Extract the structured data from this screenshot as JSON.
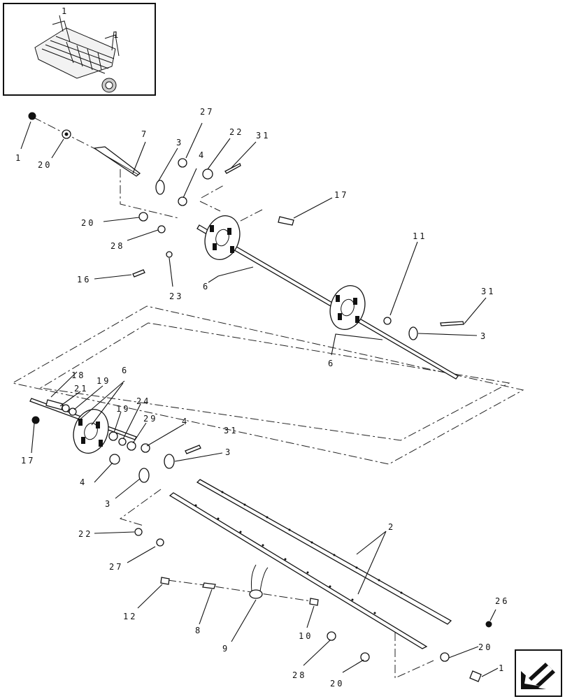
{
  "callouts": {
    "c_1a": "1",
    "c_20a": "20",
    "c_7": "7",
    "c_27a": "27",
    "c_22a": "22",
    "c_31a": "31",
    "c_3a": "3",
    "c_4a": "4",
    "c_17a": "17",
    "c_20b": "20",
    "c_28a": "28",
    "c_16": "16",
    "c_23": "23",
    "c_6a": "6",
    "c_11": "11",
    "c_31b": "31",
    "c_3b": "3",
    "c_6b": "6",
    "c_18": "18",
    "c_21": "21",
    "c_19a": "19",
    "c_6c": "6",
    "c_19b": "19",
    "c_24": "24",
    "c_29": "29",
    "c_4b": "4",
    "c_31c": "31",
    "c_3c": "3",
    "c_17b": "17",
    "c_4c": "4",
    "c_3d": "3",
    "c_2": "2",
    "c_22b": "22",
    "c_27b": "27",
    "c_12": "12",
    "c_8": "8",
    "c_9": "9",
    "c_10": "10",
    "c_26": "26",
    "c_28b": "28",
    "c_20c": "20",
    "c_20d": "20",
    "c_1b": "1",
    "c_thumb_1a": "1",
    "c_thumb_1b": "1"
  },
  "icons": {
    "overview": "baler-overview-thumbnail",
    "nav": "previous-page-arrow-icon"
  }
}
